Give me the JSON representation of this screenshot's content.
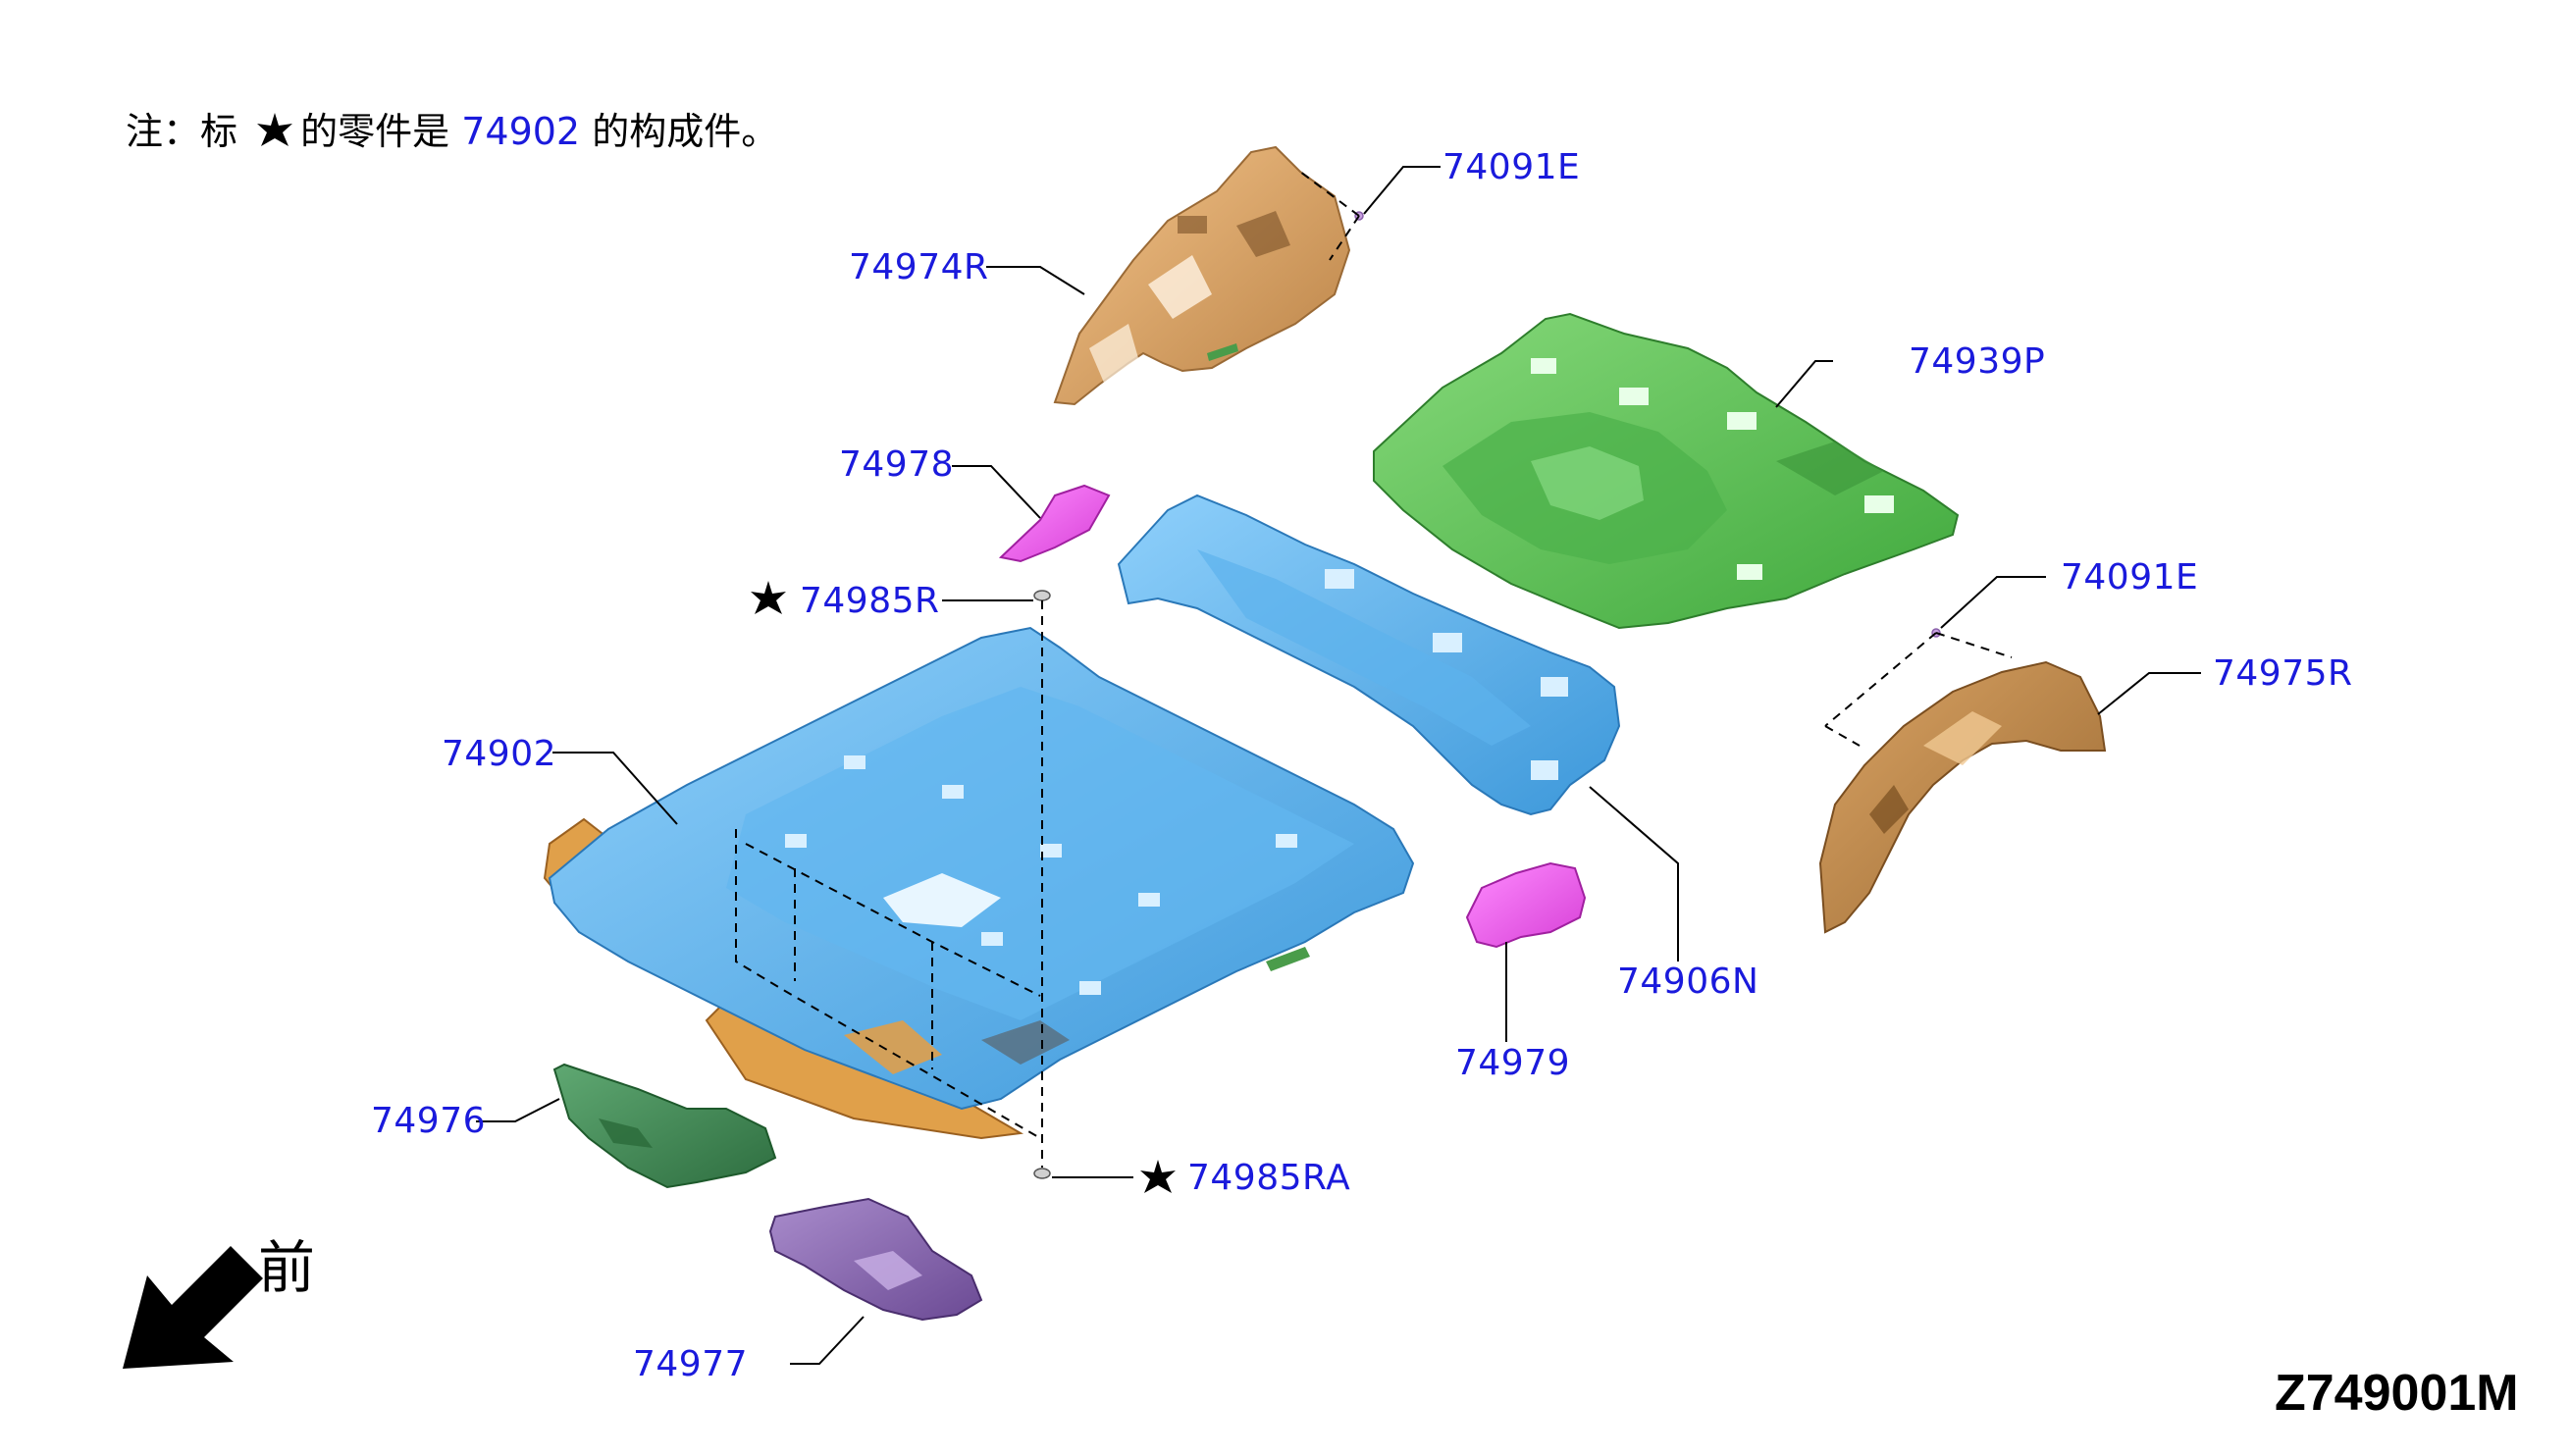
{
  "note": {
    "prefix": "注：标",
    "mid": "的零件是",
    "link": "74902",
    "suffix": "的构成件。"
  },
  "direction_label": "前",
  "diagram_code": "Z749001M",
  "parts": [
    {
      "id": "74091E_top",
      "label": "74091E",
      "color": "#c8a0e0"
    },
    {
      "id": "74974R",
      "label": "74974R",
      "color": "#e0a868"
    },
    {
      "id": "74939P",
      "label": "74939P",
      "color": "#5cc45a"
    },
    {
      "id": "74978",
      "label": "74978",
      "color": "#ee60ee"
    },
    {
      "id": "74985R",
      "label": "74985R",
      "starred": true,
      "color": "#c8c8c8"
    },
    {
      "id": "74091E_right",
      "label": "74091E",
      "color": "#c8a0e0"
    },
    {
      "id": "74975R",
      "label": "74975R",
      "color": "#c48a4a"
    },
    {
      "id": "74902",
      "label": "74902",
      "color": "#4ea8e8"
    },
    {
      "id": "74906N",
      "label": "74906N",
      "color": "#4ea8e8"
    },
    {
      "id": "74979",
      "label": "74979",
      "color": "#ee60ee"
    },
    {
      "id": "74976",
      "label": "74976",
      "color": "#3f8a52"
    },
    {
      "id": "74985RA",
      "label": "74985RA",
      "starred": true,
      "color": "#c8c8c8"
    },
    {
      "id": "74977",
      "label": "74977",
      "color": "#8a64ae"
    }
  ],
  "colors": {
    "label_text": "#1a1adc",
    "leader_line": "#000000"
  }
}
